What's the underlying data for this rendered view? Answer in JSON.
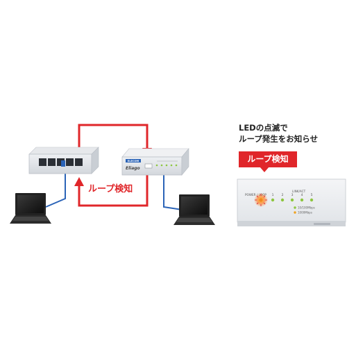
{
  "diagram": {
    "loop_label": "ループ検知",
    "caption_line1": "LEDの点滅で",
    "caption_line2": "ループ発生をお知らせ",
    "badge_label": "ループ検知",
    "switch_brand": "ELECOM",
    "switch_logo": "Eliago",
    "panel": {
      "power_label": "POWER / LOOP",
      "link_act_label": "LINK/ACT",
      "port_numbers": [
        "1",
        "2",
        "3",
        "4",
        "5"
      ],
      "speed_legend_1": "10/100Mbps",
      "speed_legend_2": "1000Mbps"
    },
    "colors": {
      "loop_red": "#e0262a",
      "cable_blue": "#2a63b7",
      "led_green": "#8dc63f",
      "led_orange": "#f08a1f"
    }
  }
}
